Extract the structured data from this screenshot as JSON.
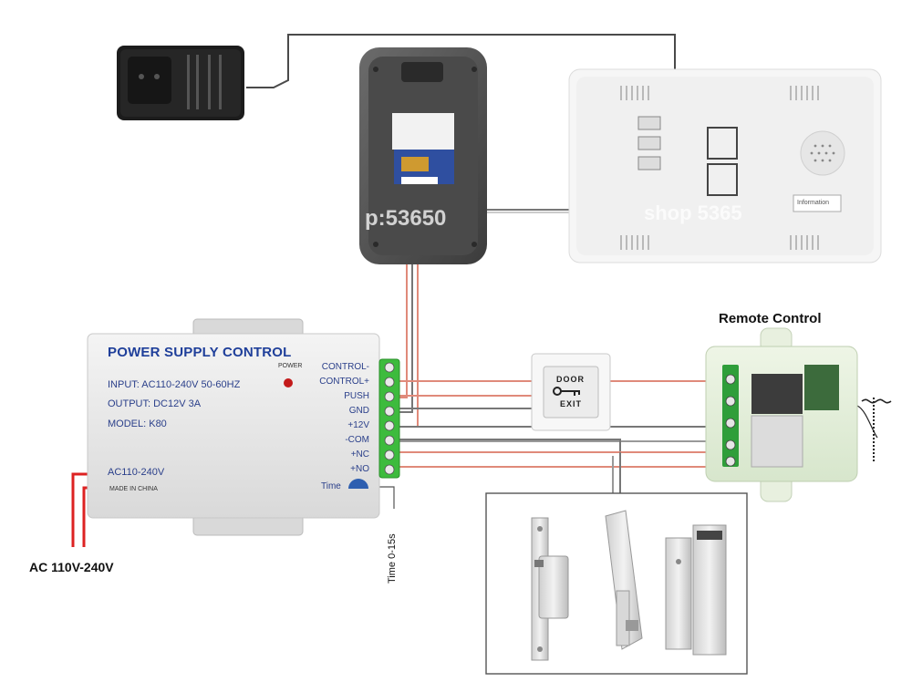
{
  "psu": {
    "title": "POWER SUPPLY CONTROL",
    "input": "INPUT: AC110-240V 50-60HZ",
    "output": "OUTPUT: DC12V 3A",
    "model": "MODEL: K80",
    "ac_label": "AC110-240V",
    "made_in": "MADE IN CHINA",
    "power_led": "POWER",
    "time": "Time",
    "terminals": [
      "CONTROL-",
      "CONTROL+",
      "PUSH",
      "GND",
      "+12V",
      "-COM",
      "+NC",
      "+NO"
    ]
  },
  "labels": {
    "remote_control": "Remote Control",
    "ac_input": "AC 110V-240V",
    "time_range": "Time 0-15s"
  },
  "exit_button": {
    "door": "DOOR",
    "exit": "EXIT"
  },
  "watermarks": {
    "left": "p:53650",
    "right": "shop 5365"
  },
  "monitor": {
    "sticker": "Information"
  },
  "colors": {
    "psu_text": "#1f3f9a",
    "terminal_green": "#3dbb3d",
    "wire_red": "#e08a7a",
    "wire_gray": "#777777"
  }
}
